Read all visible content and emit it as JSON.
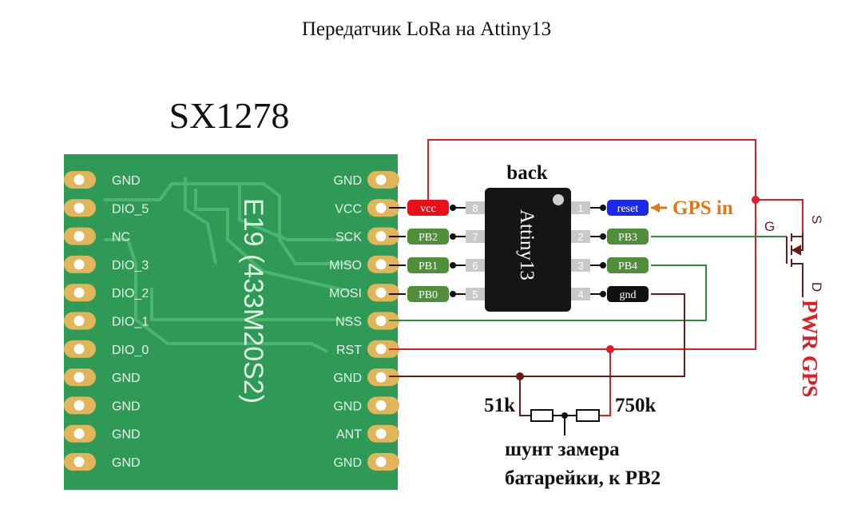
{
  "title": "Передатчик LoRa на Attiny13",
  "module": {
    "name": "SX1278",
    "silk": "E19 (433M20S2)",
    "left_pins": [
      "GND",
      "DIO_5",
      "NC",
      "DIO_3",
      "DIO_2",
      "DIO_1",
      "DIO_0",
      "GND",
      "GND",
      "GND",
      "GND"
    ],
    "right_pins": [
      "GND",
      "VCC",
      "SCK",
      "MISO",
      "MOSI",
      "NSS",
      "RST",
      "GND",
      "GND",
      "ANT",
      "GND"
    ],
    "pcb_color": "#2f9a56"
  },
  "mcu": {
    "label": "back",
    "name": "Attiny13",
    "left_pins": [
      {
        "num": "8",
        "tag": "vcc",
        "color": "#e8101a"
      },
      {
        "num": "7",
        "tag": "PB2",
        "color": "#4f8f3a"
      },
      {
        "num": "6",
        "tag": "PB1",
        "color": "#4f8f3a"
      },
      {
        "num": "5",
        "tag": "PB0",
        "color": "#4f8f3a"
      }
    ],
    "right_pins": [
      {
        "num": "1",
        "tag": "reset",
        "color": "#1a2ae6"
      },
      {
        "num": "2",
        "tag": "PB3",
        "color": "#4f8f3a"
      },
      {
        "num": "3",
        "tag": "PB4",
        "color": "#4f8f3a"
      },
      {
        "num": "4",
        "tag": "gnd",
        "color": "#111111"
      }
    ]
  },
  "mosfet": {
    "gate": "G",
    "source": "S",
    "drain": "D"
  },
  "labels": {
    "gps_in": "GPS in",
    "pwr_gps": "PWR GPS",
    "r1": "51k",
    "r2": "750k",
    "shunt_line1": "шунт замера",
    "shunt_line2": "батарейки, к PB2"
  },
  "colors": {
    "vcc_wire": "#e31b23",
    "data_wire": "#2f8a3a",
    "gnd_wire": "#6b1a1a",
    "gps_label": "#e87511",
    "pwr_label": "#e31b23"
  }
}
